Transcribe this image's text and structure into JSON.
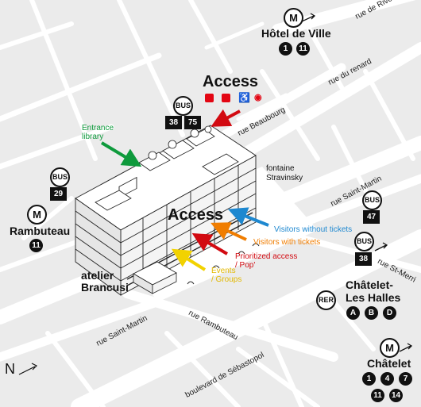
{
  "colors": {
    "background": "#ebebeb",
    "street": "#ffffff",
    "building_outline": "#222222",
    "brand_red": "#e30613",
    "green": "#0e9a3c",
    "blue": "#1e88d0",
    "orange": "#f07d00",
    "red_arrow": "#d20a11",
    "yellow": "#f2d200",
    "dark": "#111111"
  },
  "streets": {
    "rivoli": "rue de Rivoli",
    "renard": "rue du renard",
    "beaubourg": "rue Beaubourg",
    "saint_martin_east": "rue Saint-Martin",
    "st_merri": "rue St-Merri",
    "saint_martin_west": "rue Saint-Martin",
    "rambuteau": "rue Rambuteau",
    "sebastopol": "boulevard de Sébastopol"
  },
  "transit": {
    "hotel_de_ville": {
      "symbol": "M",
      "name": "Hôtel de Ville",
      "lines": [
        "1",
        "11"
      ]
    },
    "rambuteau": {
      "symbol": "M",
      "name": "Rambuteau",
      "lines": [
        "11"
      ]
    },
    "rambuteau_bus": {
      "symbol": "BUS",
      "lines": [
        "29"
      ]
    },
    "beaubourg_bus": {
      "symbol": "BUS",
      "lines": [
        "38",
        "75"
      ]
    },
    "saint_martin_bus": {
      "symbol": "BUS",
      "lines": [
        "47"
      ]
    },
    "st_merri_bus": {
      "symbol": "BUS",
      "lines": [
        "38"
      ]
    },
    "chatelet_les_halles": {
      "symbol": "RER",
      "name_line1": "Châtelet-",
      "name_line2": "Les Halles",
      "lines": [
        "A",
        "B",
        "D"
      ]
    },
    "chatelet": {
      "symbol": "M",
      "name": "Châtelet",
      "lines": [
        "1",
        "4",
        "7",
        "11",
        "14"
      ]
    }
  },
  "access_top": {
    "title": "Access",
    "icons": [
      "hearing-icon",
      "sign-language-icon",
      "wheelchair-icon",
      "visual-icon"
    ]
  },
  "access_main": {
    "title": "Access"
  },
  "places": {
    "entrance_library_line1": "Entrance",
    "entrance_library_line2": "library",
    "fontaine_line1": "fontaine",
    "fontaine_line2": "Stravinsky",
    "atelier_line1": "atelier",
    "atelier_line2": "Brancusi"
  },
  "entrances": {
    "visitors_without_tickets": "Visitors without tickets",
    "visitors_with_tickets": "Visitors with tickets",
    "prioritized_line1": "Prioritized access",
    "prioritized_line2": "/ Pop'",
    "events_line1": "Events",
    "events_line2": "/ Groups"
  },
  "north": {
    "letter": "N"
  }
}
